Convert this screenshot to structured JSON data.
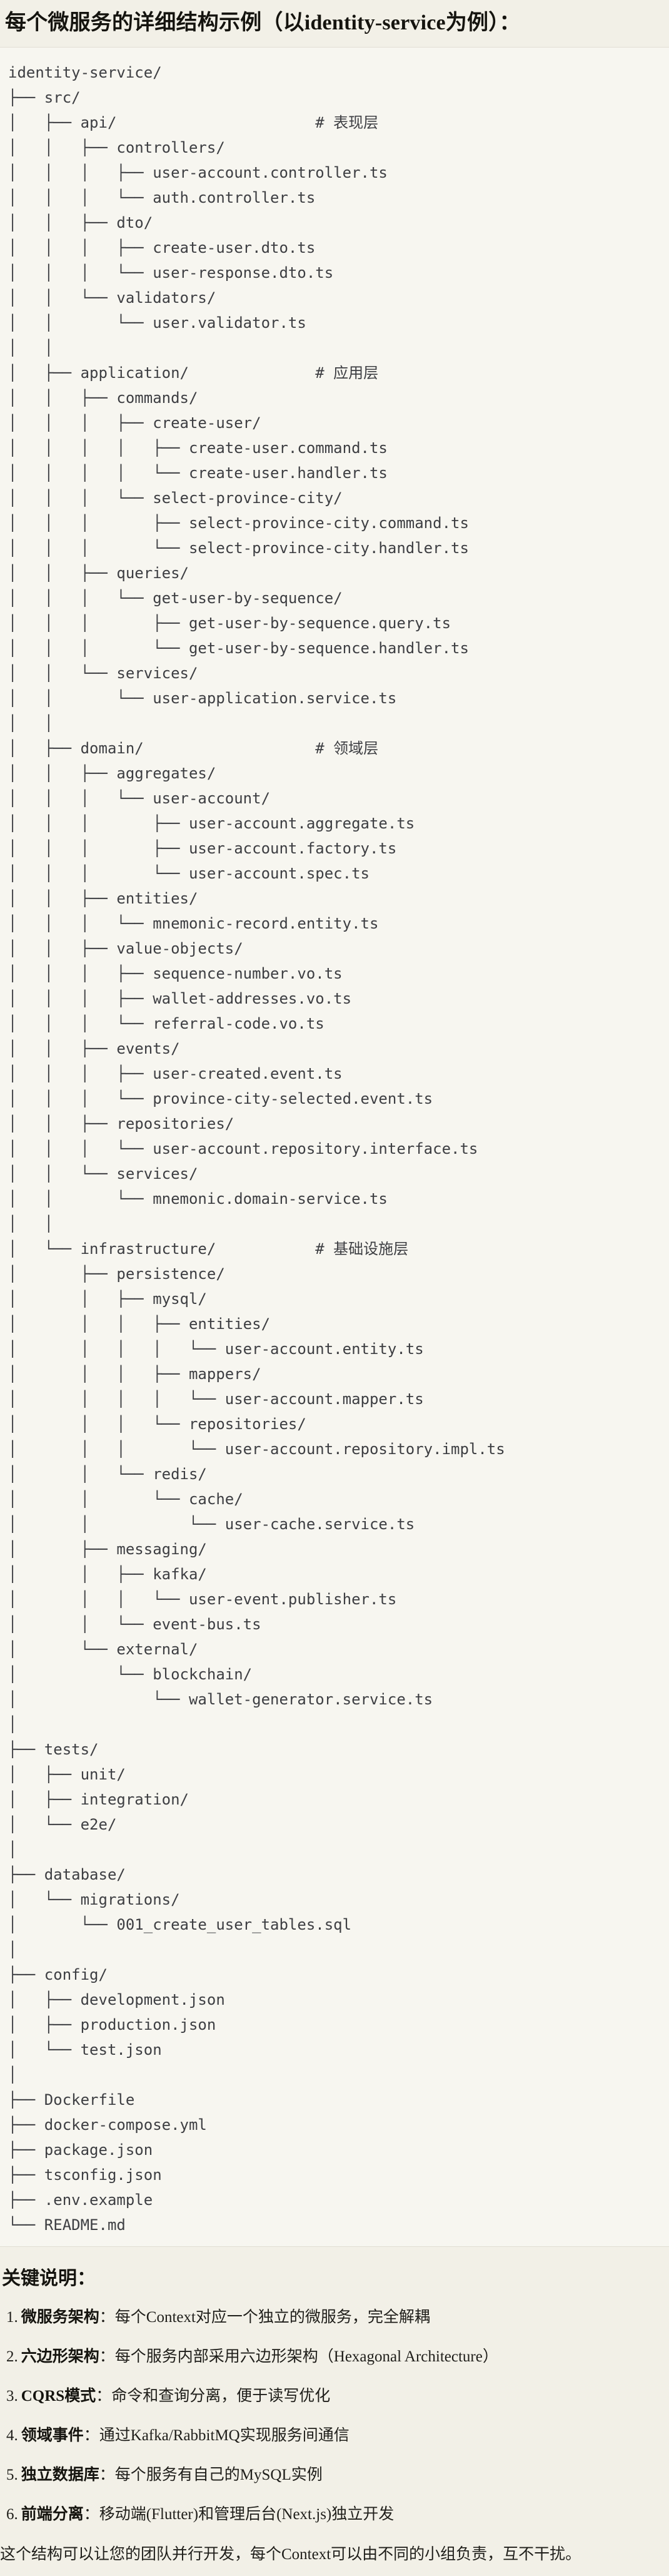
{
  "title": "每个微服务的详细结构示例（以identity-service为例）：",
  "code_block": {
    "tree_lines": [
      "identity-service/",
      "├── src/",
      "│   ├── api/                      # 表现层",
      "│   │   ├── controllers/",
      "│   │   │   ├── user-account.controller.ts",
      "│   │   │   └── auth.controller.ts",
      "│   │   ├── dto/",
      "│   │   │   ├── create-user.dto.ts",
      "│   │   │   └── user-response.dto.ts",
      "│   │   └── validators/",
      "│   │       └── user.validator.ts",
      "│   │",
      "│   ├── application/              # 应用层",
      "│   │   ├── commands/",
      "│   │   │   ├── create-user/",
      "│   │   │   │   ├── create-user.command.ts",
      "│   │   │   │   └── create-user.handler.ts",
      "│   │   │   └── select-province-city/",
      "│   │   │       ├── select-province-city.command.ts",
      "│   │   │       └── select-province-city.handler.ts",
      "│   │   ├── queries/",
      "│   │   │   └── get-user-by-sequence/",
      "│   │   │       ├── get-user-by-sequence.query.ts",
      "│   │   │       └── get-user-by-sequence.handler.ts",
      "│   │   └── services/",
      "│   │       └── user-application.service.ts",
      "│   │",
      "│   ├── domain/                   # 领域层",
      "│   │   ├── aggregates/",
      "│   │   │   └── user-account/",
      "│   │   │       ├── user-account.aggregate.ts",
      "│   │   │       ├── user-account.factory.ts",
      "│   │   │       └── user-account.spec.ts",
      "│   │   ├── entities/",
      "│   │   │   └── mnemonic-record.entity.ts",
      "│   │   ├── value-objects/",
      "│   │   │   ├── sequence-number.vo.ts",
      "│   │   │   ├── wallet-addresses.vo.ts",
      "│   │   │   └── referral-code.vo.ts",
      "│   │   ├── events/",
      "│   │   │   ├── user-created.event.ts",
      "│   │   │   └── province-city-selected.event.ts",
      "│   │   ├── repositories/",
      "│   │   │   └── user-account.repository.interface.ts",
      "│   │   └── services/",
      "│   │       └── mnemonic.domain-service.ts",
      "│   │",
      "│   └── infrastructure/           # 基础设施层",
      "│       ├── persistence/",
      "│       │   ├── mysql/",
      "│       │   │   ├── entities/",
      "│       │   │   │   └── user-account.entity.ts",
      "│       │   │   ├── mappers/",
      "│       │   │   │   └── user-account.mapper.ts",
      "│       │   │   └── repositories/",
      "│       │   │       └── user-account.repository.impl.ts",
      "│       │   └── redis/",
      "│       │       └── cache/",
      "│       │           └── user-cache.service.ts",
      "│       ├── messaging/",
      "│       │   ├── kafka/",
      "│       │   │   └── user-event.publisher.ts",
      "│       │   └── event-bus.ts",
      "│       └── external/",
      "│           └── blockchain/",
      "│               └── wallet-generator.service.ts",
      "│",
      "├── tests/",
      "│   ├── unit/",
      "│   ├── integration/",
      "│   └── e2e/",
      "│",
      "├── database/",
      "│   └── migrations/",
      "│       └── 001_create_user_tables.sql",
      "│",
      "├── config/",
      "│   ├── development.json",
      "│   ├── production.json",
      "│   └── test.json",
      "│",
      "├── Dockerfile",
      "├── docker-compose.yml",
      "├── package.json",
      "├── tsconfig.json",
      "├── .env.example",
      "└── README.md"
    ]
  },
  "key_notes": {
    "heading": "关键说明：",
    "items": [
      {
        "num": "1.",
        "label": "微服务架构",
        "text": "：每个Context对应一个独立的微服务，完全解耦"
      },
      {
        "num": "2.",
        "label": "六边形架构",
        "text": "：每个服务内部采用六边形架构（Hexagonal Architecture）"
      },
      {
        "num": "3.",
        "label": "CQRS模式",
        "text": "：命令和查询分离，便于读写优化"
      },
      {
        "num": "4.",
        "label": "领域事件",
        "text": "：通过Kafka/RabbitMQ实现服务间通信"
      },
      {
        "num": "5.",
        "label": "独立数据库",
        "text": "：每个服务有自己的MySQL实例"
      },
      {
        "num": "6.",
        "label": "前端分离",
        "text": "：移动端(Flutter)和管理后台(Next.js)独立开发"
      }
    ]
  },
  "closing_paragraph": "这个结构可以让您的团队并行开发，每个Context可以由不同的小组负责，互不干扰。",
  "colors": {
    "page_bg": "#f2f0e7",
    "code_bg": "#f7f6f0",
    "code_border": "#e2dfd5",
    "code_text": "#3d3e42",
    "heading_text": "#15140f"
  }
}
